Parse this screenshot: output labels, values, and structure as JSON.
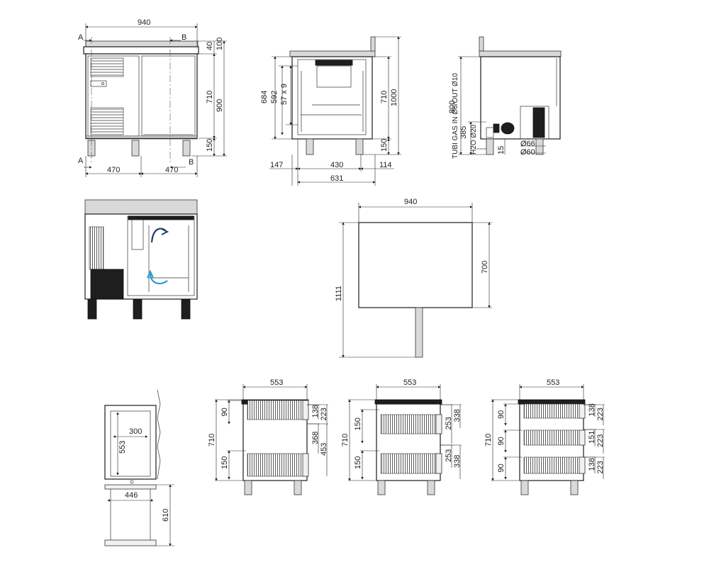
{
  "front_view": {
    "width": "940",
    "top_thk": "40",
    "top_total": "100",
    "body": "710",
    "total": "900",
    "legs": "150",
    "half_left": "470",
    "half_right": "470",
    "section_a_top": "A",
    "section_b_top": "B",
    "section_a_bottom": "A",
    "section_b_bottom": "B"
  },
  "section_view": {
    "h684": "684",
    "h592": "592",
    "pitch": "57 x 9",
    "h710": "710",
    "h1000": "1000",
    "h150": "150",
    "w147": "147",
    "w430": "430",
    "w114": "114",
    "w631": "631"
  },
  "side_view": {
    "h800": "800",
    "h385": "385",
    "h15": "15",
    "gas": "TUBI GAS IN Ø6/OUT Ø10",
    "water": "H2O Ø20",
    "d66": "Ø66",
    "d60": "Ø60"
  },
  "plan_view": {
    "w940": "940",
    "d700": "700",
    "total": "1111"
  },
  "door_view": {
    "w300": "300",
    "h553": "553",
    "w446": "446",
    "h610": "610"
  },
  "drawer_views": [
    {
      "top": "553",
      "left": [
        "90",
        "150"
      ],
      "right": [
        "138",
        "223",
        "368",
        "453"
      ],
      "height": "710"
    },
    {
      "top": "553",
      "left": [
        "150",
        "150"
      ],
      "right": [
        "253",
        "338",
        "253",
        "338"
      ],
      "height": "710"
    },
    {
      "top": "553",
      "left": [
        "90",
        "90",
        "90"
      ],
      "right": [
        "138",
        "223",
        "151",
        "223",
        "138",
        "223"
      ],
      "height": "710"
    }
  ],
  "icons": {
    "warm_airflow": "arrow-curve-icon",
    "cold_airflow": "arrow-curve-icon"
  },
  "colors": {
    "line": "#1a1a1a",
    "warm_air": "#1f3a6b",
    "cold_air": "#2a9ad3"
  }
}
